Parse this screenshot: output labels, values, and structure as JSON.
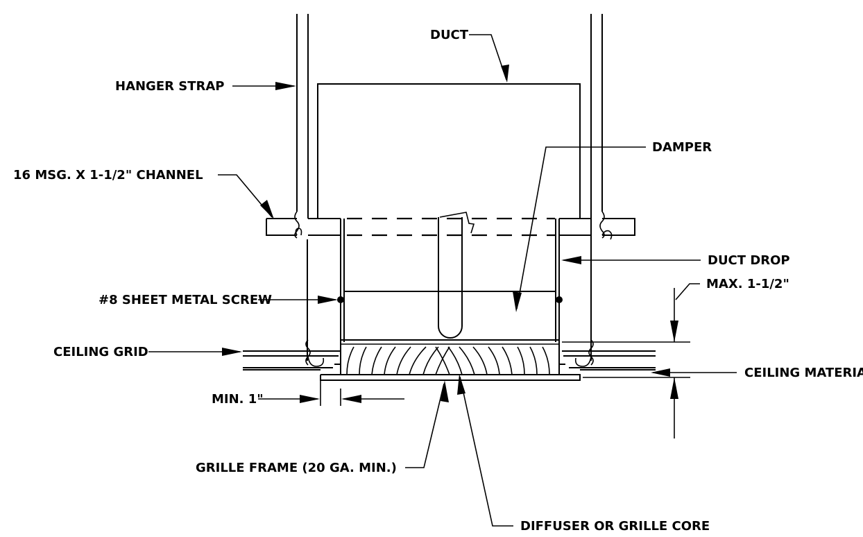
{
  "labels": {
    "duct": "DUCT",
    "hanger_strap": "HANGER STRAP",
    "damper": "DAMPER",
    "channel": "16 MSG. X 1-1/2\" CHANNEL",
    "duct_drop": "DUCT DROP",
    "max": "MAX. 1-1/2\"",
    "screw": "#8 SHEET METAL SCREW",
    "ceiling_grid": "CEILING GRID",
    "ceiling_material": "CEILING MATERIAL",
    "min": "MIN. 1\"",
    "grille_frame": "GRILLE FRAME (20 GA. MIN.)",
    "diffuser": "DIFFUSER OR GRILLE CORE"
  }
}
